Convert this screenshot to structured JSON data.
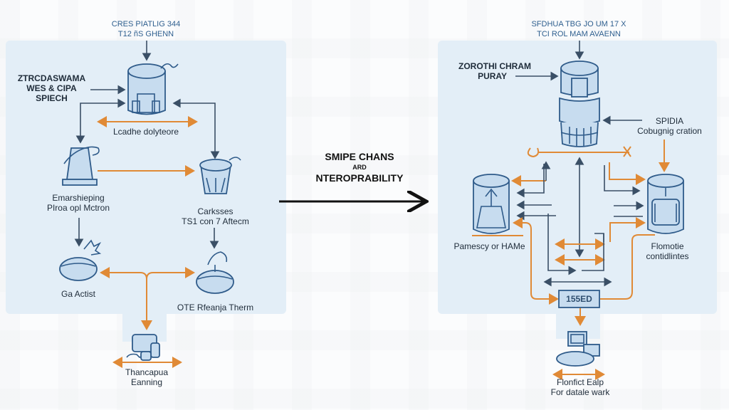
{
  "center": {
    "title_line1": "SMIPE CHANS",
    "title_line2": "ARD",
    "title_line3": "NTEROPRABILITY"
  },
  "left": {
    "top_label": [
      "CRES PIATLIG 344",
      "T12 ñS GHENN"
    ],
    "side_label": [
      "ZTRCDASWAMA",
      "WES & CIPA",
      "SPIECH"
    ],
    "hub_label": "Lcadhe dolyteore",
    "node_tl_label": [
      "Emarshieping",
      "PIroa opl Mctron"
    ],
    "node_tr_label": [
      "Carksses",
      "TS1 con 7 Aftecm"
    ],
    "node_bl_label": "Ga Actist",
    "node_br_label": "OTE Rfeanja Therm",
    "bottom_label": [
      "Thancapua",
      "Eanning"
    ]
  },
  "right": {
    "top_label": [
      "SFDHUA TBG JO UM 17 X",
      "TCI ROL MAM AVAENN"
    ],
    "side_label": [
      "ZOROTHI CHRAM",
      "PURAY"
    ],
    "right_label": [
      "SPIDIA",
      "Cobugnig cration"
    ],
    "left_cyl_label": "Pamescy or HAMe",
    "right_cyl_label": [
      "Flomotie",
      "contidlintes"
    ],
    "box_label": "155ED",
    "bottom_label": [
      "Flonfict Ealp",
      "For datale wark"
    ]
  },
  "colors": {
    "panel": "#e3eef7",
    "icon_stroke": "#2f5b8a",
    "icon_fill": "#c7dcef",
    "orange": "#e08a36",
    "line": "#3a4f66"
  }
}
